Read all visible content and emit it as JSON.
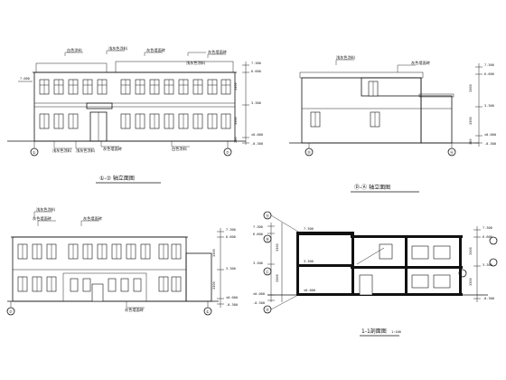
{
  "views": {
    "front": {
      "caption": "①-⑦ 轴立面图",
      "axis_left": "①",
      "axis_right": "⑦",
      "notes_top": [
        "白色涂料",
        "浅灰色涂料",
        "灰色墙面砖",
        "浅灰色涂料",
        "灰色墙面砖"
      ],
      "notes_bottom": [
        "浅灰色涂料",
        "浅灰色涂料",
        "灰色墙面砖",
        "白色涂料"
      ],
      "levels": [
        "7.300",
        "6.600",
        "3.300",
        "±0.000",
        "-0.300"
      ],
      "level_left": "7.000",
      "dims": [
        "3300",
        "3300",
        "200"
      ]
    },
    "side": {
      "caption": "Ⓓ-Ⓐ 轴立面图",
      "axis_left": "Ⓓ",
      "axis_right": "Ⓐ",
      "notes_top": [
        "浅灰色涂料",
        "灰色墙面砖"
      ],
      "levels": [
        "7.300",
        "6.600",
        "3.300",
        "±0.000",
        "-0.300"
      ],
      "dims": [
        "3300",
        "3300",
        "300"
      ]
    },
    "rear": {
      "axis_left": "⑦",
      "axis_right": "①",
      "notes_top": [
        "浅灰色涂料",
        "灰色墙面砖",
        "灰色墙面砖"
      ],
      "notes_bottom": [
        "灰色墙面砖"
      ],
      "levels": [
        "7.300",
        "6.600",
        "3.300",
        "±0.000",
        "-0.300"
      ],
      "dims": [
        "3300",
        "3300"
      ]
    },
    "section": {
      "caption": "1-1剖面图",
      "caption_scale": "1:100",
      "axis_labels": [
        "Ⓐ",
        "Ⓑ",
        "Ⓒ",
        "Ⓓ"
      ],
      "levels_left": [
        "7.300",
        "6.600",
        "3.300",
        "±0.000",
        "-0.300"
      ],
      "levels_inner": [
        "7.300",
        "3.300",
        "±0.000"
      ],
      "levels_right": [
        "7.300",
        "6.600",
        "3.300",
        "-0.300"
      ],
      "dims_left": [
        "3300",
        "3300"
      ],
      "dims_right": [
        "3300",
        "3300"
      ]
    }
  }
}
